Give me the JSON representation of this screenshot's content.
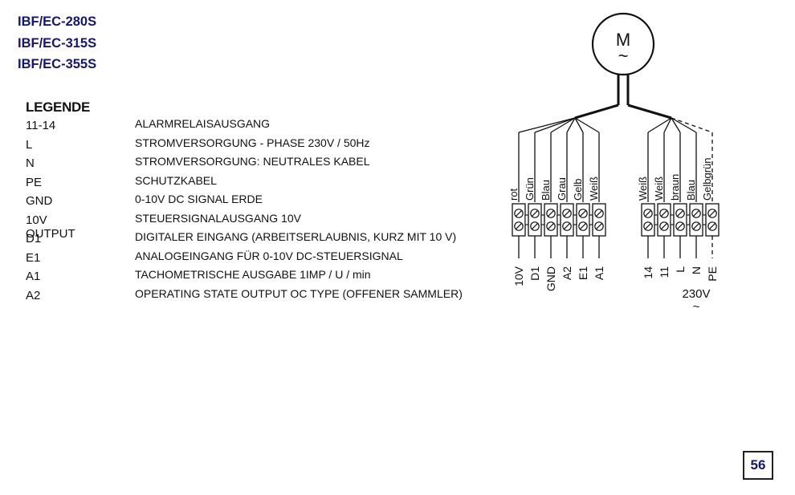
{
  "models": [
    "IBF/EC-280S",
    "IBF/EC-315S",
    "IBF/EC-355S"
  ],
  "legend": {
    "title": "LEGENDE",
    "rows": [
      {
        "code": "11-14",
        "desc": "ALARMRELAISAUSGANG"
      },
      {
        "code": "L",
        "desc": "STROMVERSORGUNG - PHASE 230V / 50Hz"
      },
      {
        "code": "N",
        "desc": "STROMVERSORGUNG: NEUTRALES KABEL"
      },
      {
        "code": "PE",
        "desc": "SCHUTZKABEL"
      },
      {
        "code": "GND",
        "desc": "0-10V DC SIGNAL ERDE"
      },
      {
        "code": "10V OUTPUT",
        "desc": "STEUERSIGNALAUSGANG 10V"
      },
      {
        "code": "D1",
        "desc": "DIGITALER EINGANG (ARBEITSERLAUBNIS, KURZ MIT 10 V)"
      },
      {
        "code": "E1",
        "desc": "ANALOGEINGANG FÜR 0-10V DC-STEUERSIGNAL"
      },
      {
        "code": "A1",
        "desc": "TACHOMETRISCHE AUSGABE 1IMP / U / min"
      },
      {
        "code": "A2",
        "desc": "OPERATING STATE OUTPUT OC TYPE (OFFENER SAMMLER)"
      }
    ]
  },
  "motor": {
    "letter": "M",
    "symbol": "~"
  },
  "wiring": {
    "control_wires": [
      {
        "color_label": "rot",
        "terminal": "10V"
      },
      {
        "color_label": "Grün",
        "terminal": "D1"
      },
      {
        "color_label": "Blau",
        "terminal": "GND"
      },
      {
        "color_label": "Grau",
        "terminal": "A2"
      },
      {
        "color_label": "Gelb",
        "terminal": "E1"
      },
      {
        "color_label": "Weiß",
        "terminal": "A1"
      }
    ],
    "power_wires": [
      {
        "color_label": "Weiß",
        "terminal": "14"
      },
      {
        "color_label": "Weiß",
        "terminal": "11"
      },
      {
        "color_label": "braun",
        "terminal": "L"
      },
      {
        "color_label": "Blau",
        "terminal": "N"
      },
      {
        "color_label": "Gelbgrün",
        "terminal": "PE"
      }
    ],
    "supply_label": "230V",
    "supply_symbol": "~"
  },
  "page_number": "56"
}
